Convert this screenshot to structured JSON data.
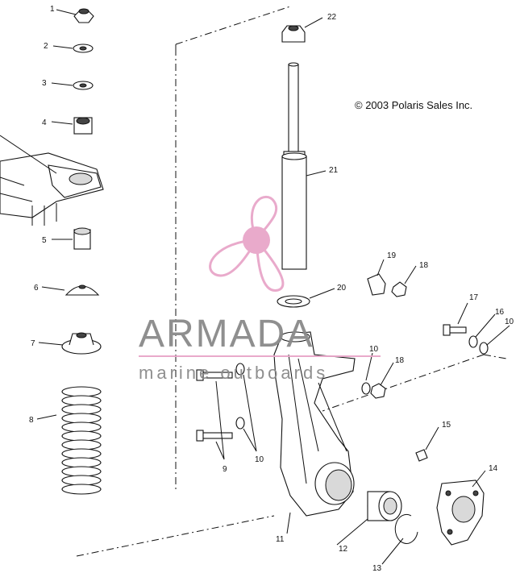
{
  "copyright": "© 2003 Polaris Sales Inc.",
  "watermark": {
    "brand": "ARMADA",
    "tagline": "marine outboards",
    "colors": {
      "logo": "#e8a6c9",
      "text": "#8a8a8a"
    }
  },
  "callouts": [
    "1",
    "2",
    "3",
    "4",
    "5",
    "6",
    "7",
    "8",
    "9",
    "10",
    "10",
    "10",
    "11",
    "12",
    "13",
    "14",
    "15",
    "16",
    "17",
    "18",
    "18",
    "19",
    "20",
    "21",
    "22"
  ]
}
